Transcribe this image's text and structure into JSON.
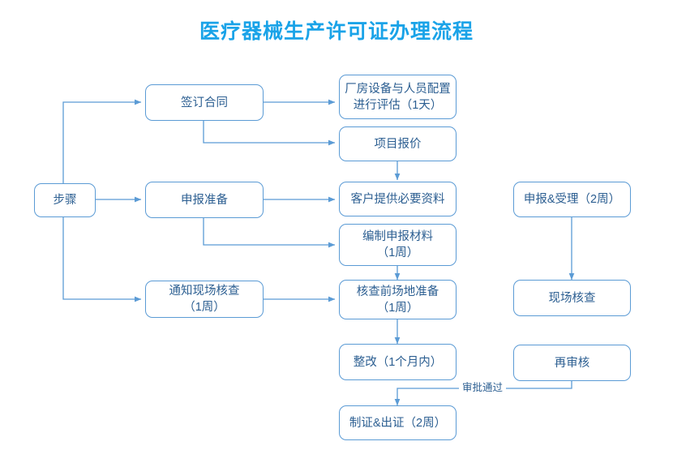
{
  "title": "医疗器械生产许可证办理流程",
  "theme": {
    "title_color": "#1AA3E8",
    "node_border": "#5B9BD5",
    "node_text": "#2B5E91",
    "edge_color": "#5B9BD5",
    "background": "#FFFFFF"
  },
  "nodes": {
    "steps": {
      "label": "步骤"
    },
    "sign_contract": {
      "label": "签订合同"
    },
    "facility_assessment": {
      "label": "厂房设备与人员配置\n进行评估（1天）"
    },
    "project_quote": {
      "label": "项目报价"
    },
    "declaration_prep": {
      "label": "申报准备"
    },
    "customer_materials": {
      "label": "客户提供必要资料"
    },
    "compile_materials": {
      "label": "编制申报材料\n（1周）"
    },
    "notify_inspection": {
      "label": "通知现场核查\n（1周）"
    },
    "site_preparation": {
      "label": "核查前场地准备\n（1周）"
    },
    "rectification": {
      "label": "整改（1个月内）"
    },
    "issue_certificate": {
      "label": "制证&出证（2周）"
    },
    "apply_accept": {
      "label": "申报&受理（2周）"
    },
    "onsite_inspection": {
      "label": "现场核查"
    },
    "re_review": {
      "label": "再审核"
    }
  },
  "edge_labels": {
    "approval_passed": "审批通过"
  }
}
